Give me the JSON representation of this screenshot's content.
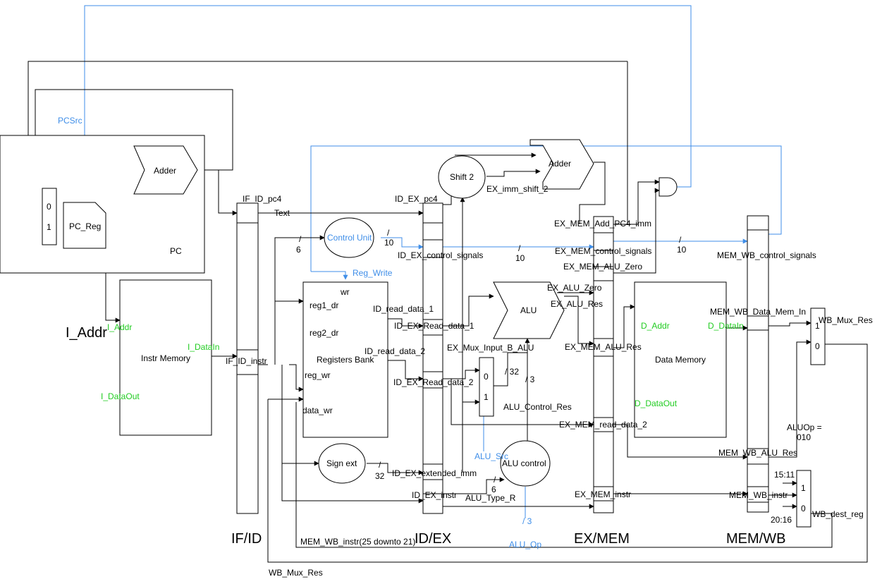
{
  "colors": {
    "wire": "#000000",
    "control": "#3f8ee8",
    "port": "#22cc22",
    "background": "#ffffff"
  },
  "stages": {
    "if_id": "IF/ID",
    "id_ex": "ID/EX",
    "ex_mem": "EX/MEM",
    "mem_wb": "MEM/WB"
  },
  "blocks": {
    "pc": "PC",
    "pc_reg": "PC_Reg",
    "adder": "Adder",
    "instr_memory": "Instr Memory",
    "control_unit": "Control Unit",
    "registers_bank": "Registers Bank",
    "sign_ext": "Sign ext",
    "shift2": "Shift 2",
    "alu": "ALU",
    "alu_control": "ALU control",
    "data_memory": "Data Memory"
  },
  "ports": {
    "i_addr_big": "I_Addr",
    "i_addr": "I_Addr",
    "i_datain": "I_DataIn",
    "i_dataout": "I_DataOut",
    "wr": "wr",
    "reg1_dr": "reg1_dr",
    "reg2_dr": "reg2_dr",
    "reg_wr": "reg_wr",
    "data_wr": "data_wr",
    "d_addr": "D_Addr",
    "d_datain": "D_DataIn",
    "d_dataout": "D_DataOut"
  },
  "signals": {
    "pcsrc": "PCSrc",
    "if_id_pc4": "IF_ID_pc4",
    "text": "Text",
    "if_id_instr": "IF_ID_instr",
    "id_ex_pc4": "ID_EX_pc4",
    "id_ex_control_signals": "ID_EX_control_signals",
    "id_read_data_1": "ID_read_data_1",
    "id_ex_read_data_1": "ID_EX_Read_data_1",
    "id_read_data_2": "ID_read_data_2",
    "id_ex_read_data_2": "ID_EX_Read_data_2",
    "id_ex_extended_imm": "ID_EX_extended_imm",
    "id_ex_instr": "ID_EX_instr",
    "reg_write": "Reg_Write",
    "ex_imm_shift_2": "EX_imm_shift_2",
    "ex_mem_add_pc4_imm": "EX_MEM_Add_PC4_imm",
    "ex_mem_control_signals": "EX_MEM_control_signals",
    "ex_mem_alu_zero": "EX_MEM_ALU_Zero",
    "ex_alu_zero": "EX_ALU_Zero",
    "ex_alu_res": "EX_ALU_Res",
    "ex_mem_alu_res": "EX_MEM_ALU_Res",
    "ex_mux_input_b_alu": "EX_Mux_Input_B_ALU",
    "alu_control_res": "ALU_Control_Res",
    "ex_mem_read_data_2": "EX_MEM_read_data_2",
    "alu_src": "ALU_Src",
    "alu_type_r": "ALU_Type_R",
    "ex_mem_instr": "EX_MEM_instr",
    "alu_op": "ALU_Op",
    "mem_wb_control_signals": "MEM_WB_control_signals",
    "mem_wb_data_mem_in": "MEM_WB_Data_Mem_In",
    "wb_mux_res": "WB_Mux_Res",
    "mem_wb_alu_res": "MEM_WB_ALU_Res",
    "aluop_eq": "ALUOp =",
    "aluop_val": "010",
    "mem_wb_instr": "MEM_WB_instr",
    "wb_dest_reg": "WB_dest_reg",
    "mem_wb_instr_range": "MEM_WB_instr(25 downto 21)",
    "wb_mux_res_bottom": "WB_Mux_Res",
    "bits_15_11": "15:11",
    "bits_20_16": "20:16"
  },
  "bus_widths": {
    "six_a": "/",
    "six_a_n": "6",
    "ten_a": "/",
    "ten_a_n": "10",
    "ten_b": "/",
    "ten_b_n": "10",
    "ten_c": "/",
    "ten_c_n": "10",
    "thirtytwo_a": "/ 32",
    "three_a": "/ 3",
    "thirtytwo_b": "/",
    "thirtytwo_b_n": "32",
    "six_b": "/",
    "six_b_n": "6",
    "three_b": "/ 3"
  },
  "mux_labels": {
    "zero": "0",
    "one": "1"
  }
}
